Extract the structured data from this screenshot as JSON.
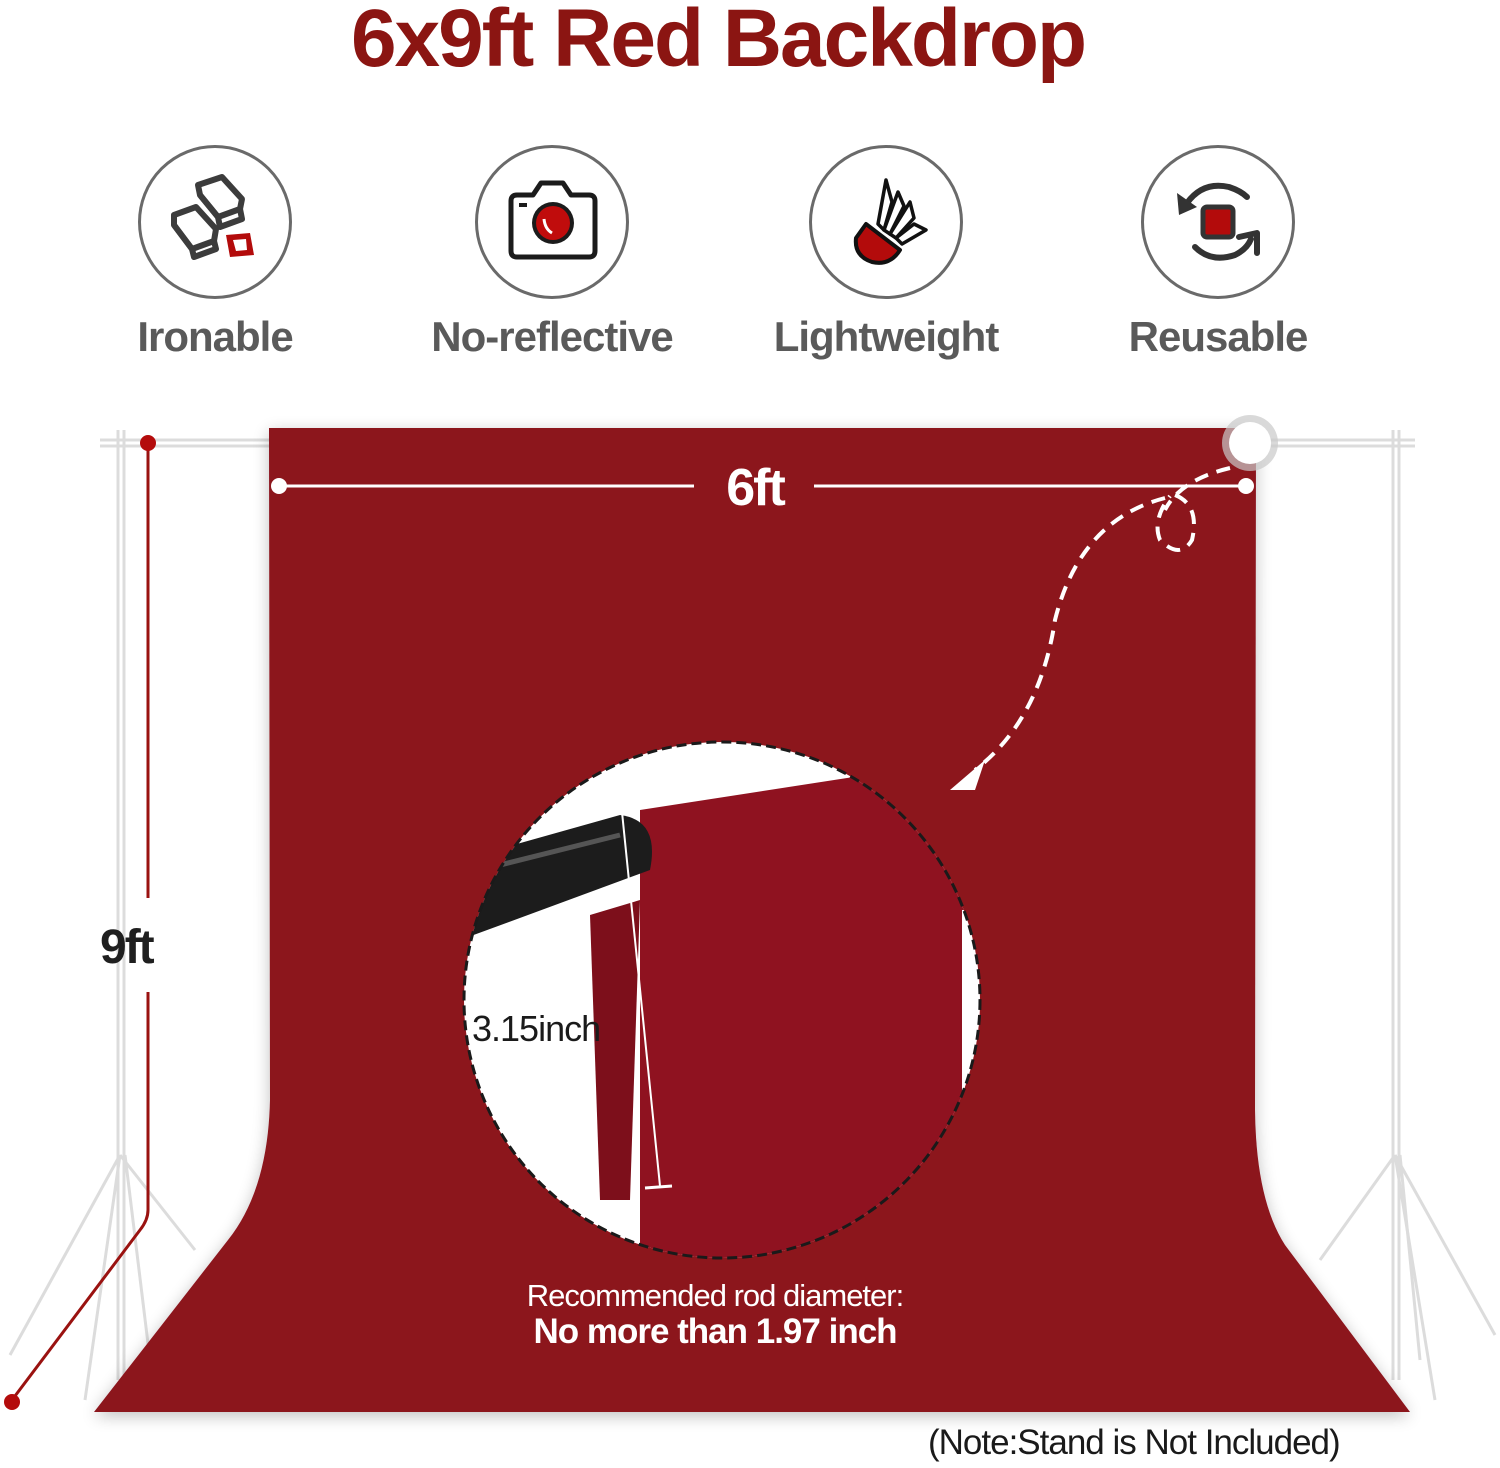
{
  "title": "6x9ft Red Backdrop",
  "colors": {
    "brand_red": "#8b1512",
    "backdrop_red": "#8c121f",
    "icon_red": "#b30b0b",
    "feature_gray": "#5a5a5a",
    "stand_gray": "#d8d8d8"
  },
  "features": [
    {
      "label": "Ironable",
      "icon": "iron-bars-icon"
    },
    {
      "label": "No-reflective",
      "icon": "camera-icon"
    },
    {
      "label": "Lightweight",
      "icon": "shuttlecock-icon"
    },
    {
      "label": "Reusable",
      "icon": "recycle-arrows-icon"
    }
  ],
  "dimensions": {
    "width_label": "6ft",
    "height_label": "9ft",
    "rod_pocket_label": "3.15inch"
  },
  "rod_recommendation": {
    "line1": "Recommended rod diameter:",
    "line2": "No more than 1.97 inch"
  },
  "note": "(Note:Stand is Not Included)"
}
